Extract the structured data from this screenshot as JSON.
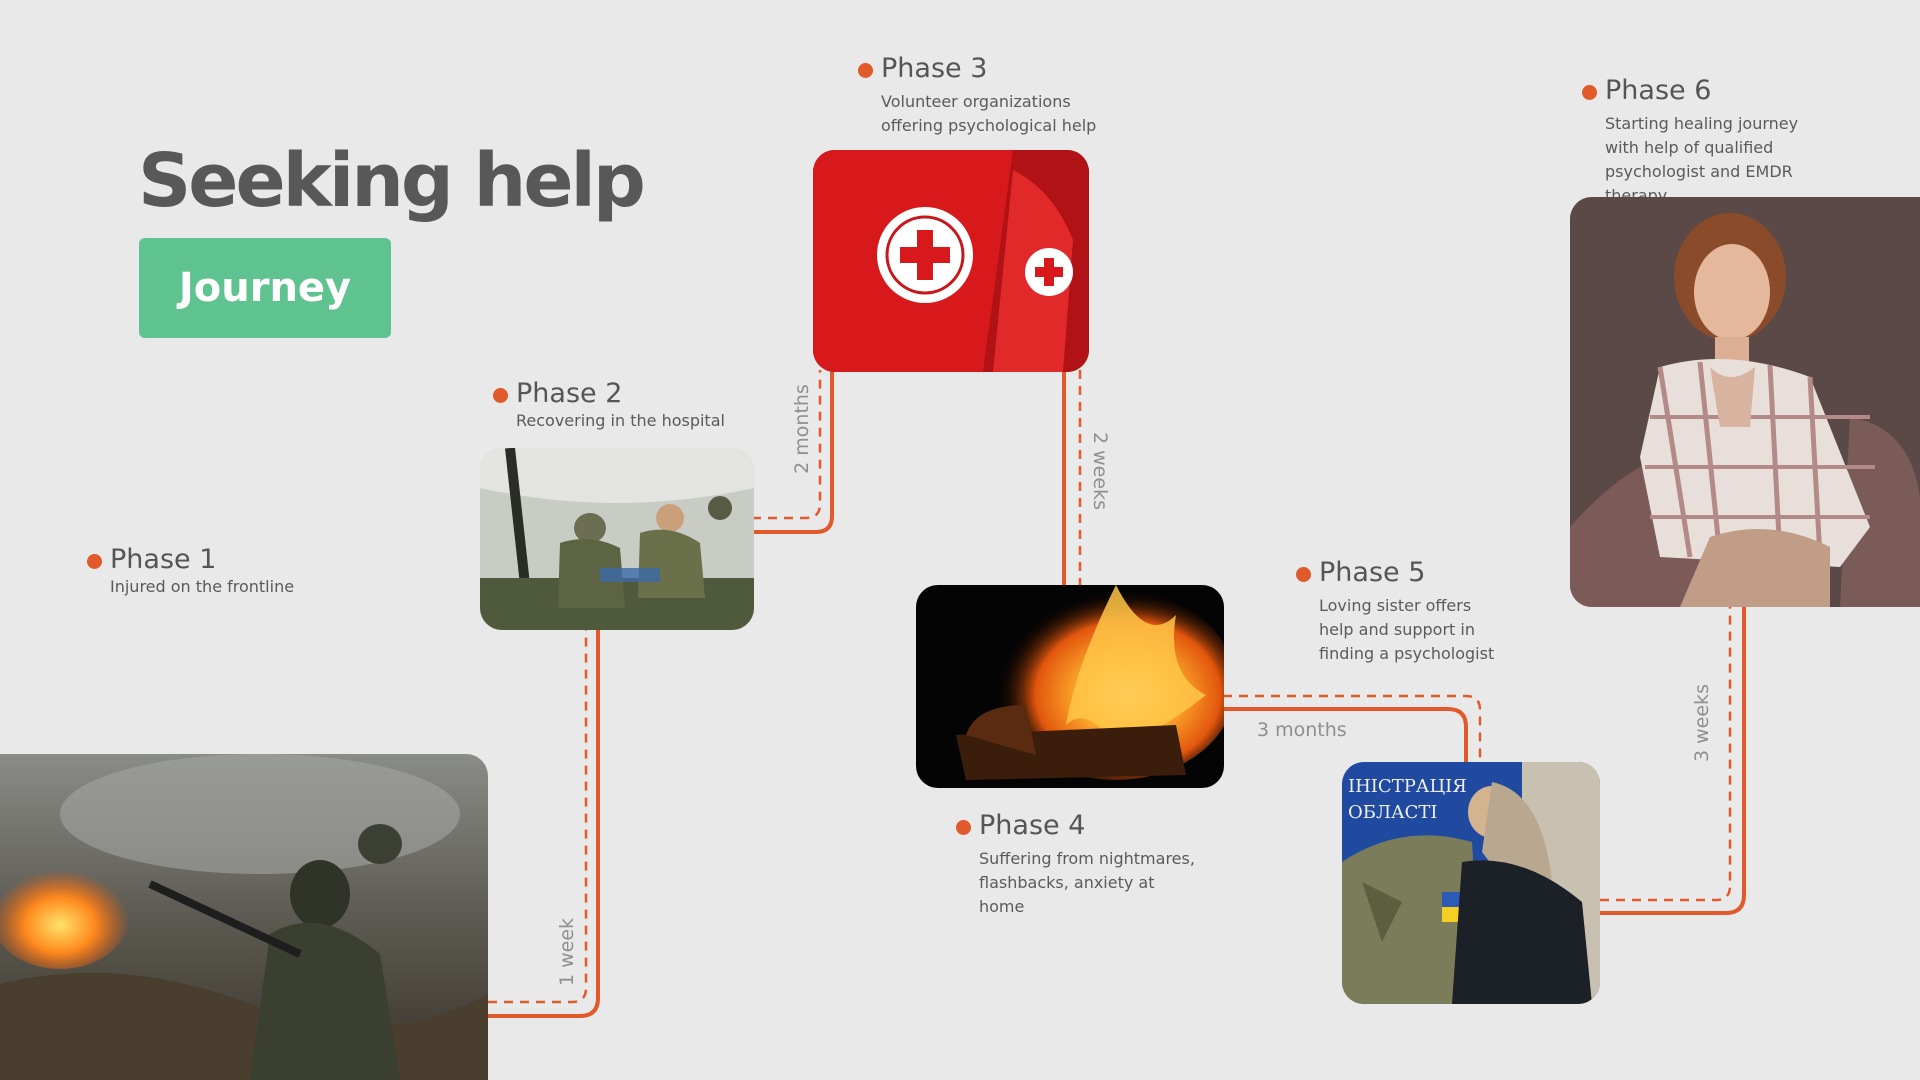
{
  "header": {
    "title": "Seeking help",
    "badge": "Journey"
  },
  "colors": {
    "accent": "#e05a2b",
    "badge": "#5fc390",
    "background": "#e9e9e9"
  },
  "phases": [
    {
      "title": "Phase 1",
      "desc": "Injured on the frontline",
      "image": "soldier-in-trench-photo"
    },
    {
      "title": "Phase 2",
      "desc": "Recovering in the hospital",
      "image": "field-hospital-photo"
    },
    {
      "title": "Phase 3",
      "desc": "Volunteer organizations offering psychological help",
      "image": "red-cross-armband-photo"
    },
    {
      "title": "Phase 4",
      "desc": "Suffering from nightmares, flashbacks, anxiety at home",
      "image": "burning-couch-photo"
    },
    {
      "title": "Phase 5",
      "desc": "Loving sister offers help and support in finding a psychologist",
      "image": "soldier-hugging-sister-photo"
    },
    {
      "title": "Phase 6",
      "desc": "Starting healing journey with help of qualified psychologist and EMDR therapy",
      "image": "psychologist-portrait-photo"
    }
  ],
  "durations": [
    "1 week",
    "2 months",
    "2 weeks",
    "3 months",
    "3 weeks"
  ]
}
